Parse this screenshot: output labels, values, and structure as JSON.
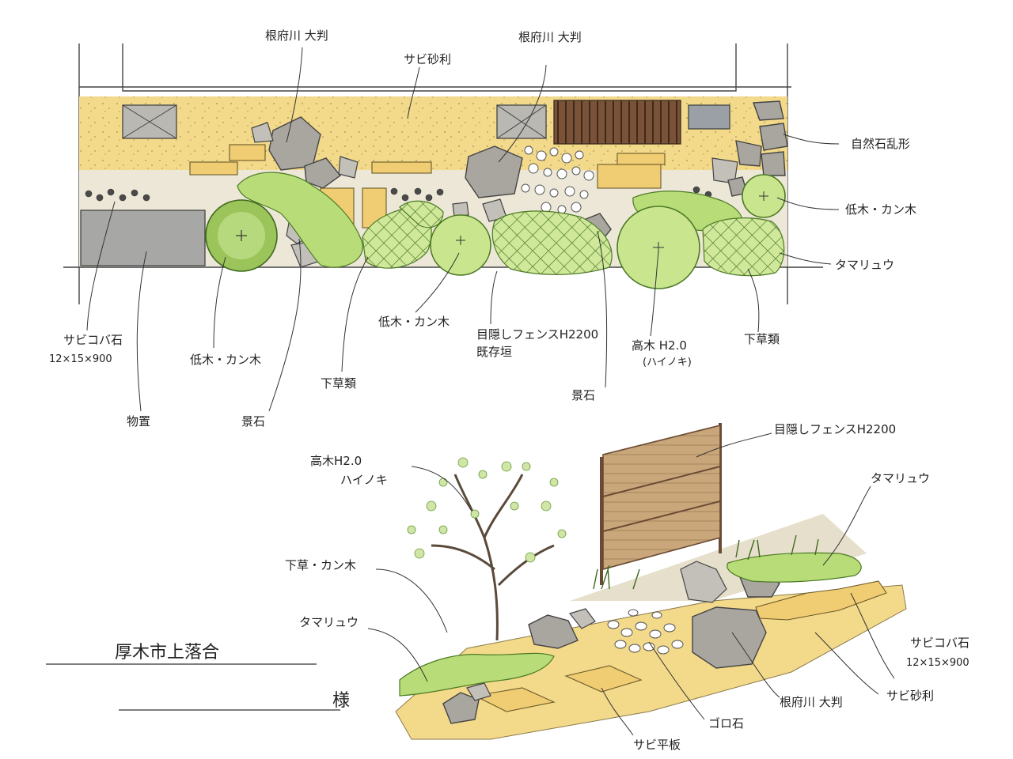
{
  "plan_labels": {
    "neyoshi_top_left": "根府川 大判",
    "sabi_jari_top": "サビ砂利",
    "neyoshi_top_right": "根府川 大判",
    "shizen_ishi": "自然石乱形",
    "fuboku_right": "低木・カン木",
    "tamaryu_right": "タマリュウ",
    "shitakusa_right": "下草類",
    "koboku": "高木 H2.0",
    "koboku_sub": "(ハイノキ)",
    "keiseki_center": "景石",
    "fence": "目隠しフェンスH2200",
    "fence_sub": "既存垣",
    "fuboku_center": "低木・カン木",
    "shitakusa_center": "下草類",
    "keiseki_left": "景石",
    "monooki": "物置",
    "fuboku_left": "低木・カン木",
    "sabi_kobaishi": "サビコバ石",
    "sabi_kobaishi_size": "12×15×900"
  },
  "perspective_labels": {
    "fence": "目隠しフェンスH2200",
    "koboku": "高木H2.0",
    "koboku_sub": "ハイノキ",
    "shitakusa": "下草・カン木",
    "tamaryu_left": "タマリュウ",
    "tamaryu_right": "タマリュウ",
    "sabi_kobaishi": "サビコバ石",
    "sabi_kobaishi_size": "12×15×900",
    "sabi_jari": "サビ砂利",
    "neyoshi": "根府川 大判",
    "goroishi": "ゴロ石",
    "sabi_hiraita": "サビ平板"
  },
  "client": {
    "place": "厚木市上落合",
    "honorific": "様"
  },
  "colors": {
    "ground": "#f3d98a",
    "stone": "#a9a6a0",
    "lawn": "#b8dd78",
    "fence_wood": "#c8a57a",
    "deck": "#6b4a34"
  },
  "icons": [
    "tree-icon",
    "stone-icon",
    "fence-icon"
  ]
}
